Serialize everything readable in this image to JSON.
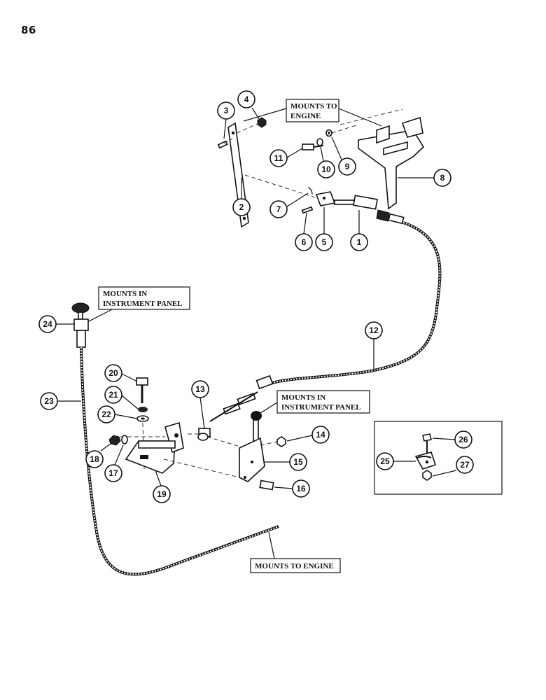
{
  "page": {
    "number": "86"
  },
  "callouts": {
    "engine_top": [
      "MOUNTS TO",
      "ENGINE"
    ],
    "panel_left": [
      "MOUNTS IN",
      "INSTRUMENT PANEL"
    ],
    "panel_center": [
      "MOUNTS IN",
      "INSTRUMENT PANEL"
    ],
    "engine_bottom": [
      "MOUNTS TO ENGINE"
    ]
  },
  "part_numbers": {
    "p1": "1",
    "p2": "2",
    "p3": "3",
    "p4": "4",
    "p5": "5",
    "p6": "6",
    "p7": "7",
    "p8": "8",
    "p9": "9",
    "p10": "10",
    "p11": "11",
    "p12": "12",
    "p13": "13",
    "p14": "14",
    "p15": "15",
    "p16": "16",
    "p17": "17",
    "p18": "18",
    "p19": "19",
    "p20": "20",
    "p21": "21",
    "p22": "22",
    "p23": "23",
    "p24": "24",
    "p25": "25",
    "p26": "26",
    "p27": "27"
  }
}
